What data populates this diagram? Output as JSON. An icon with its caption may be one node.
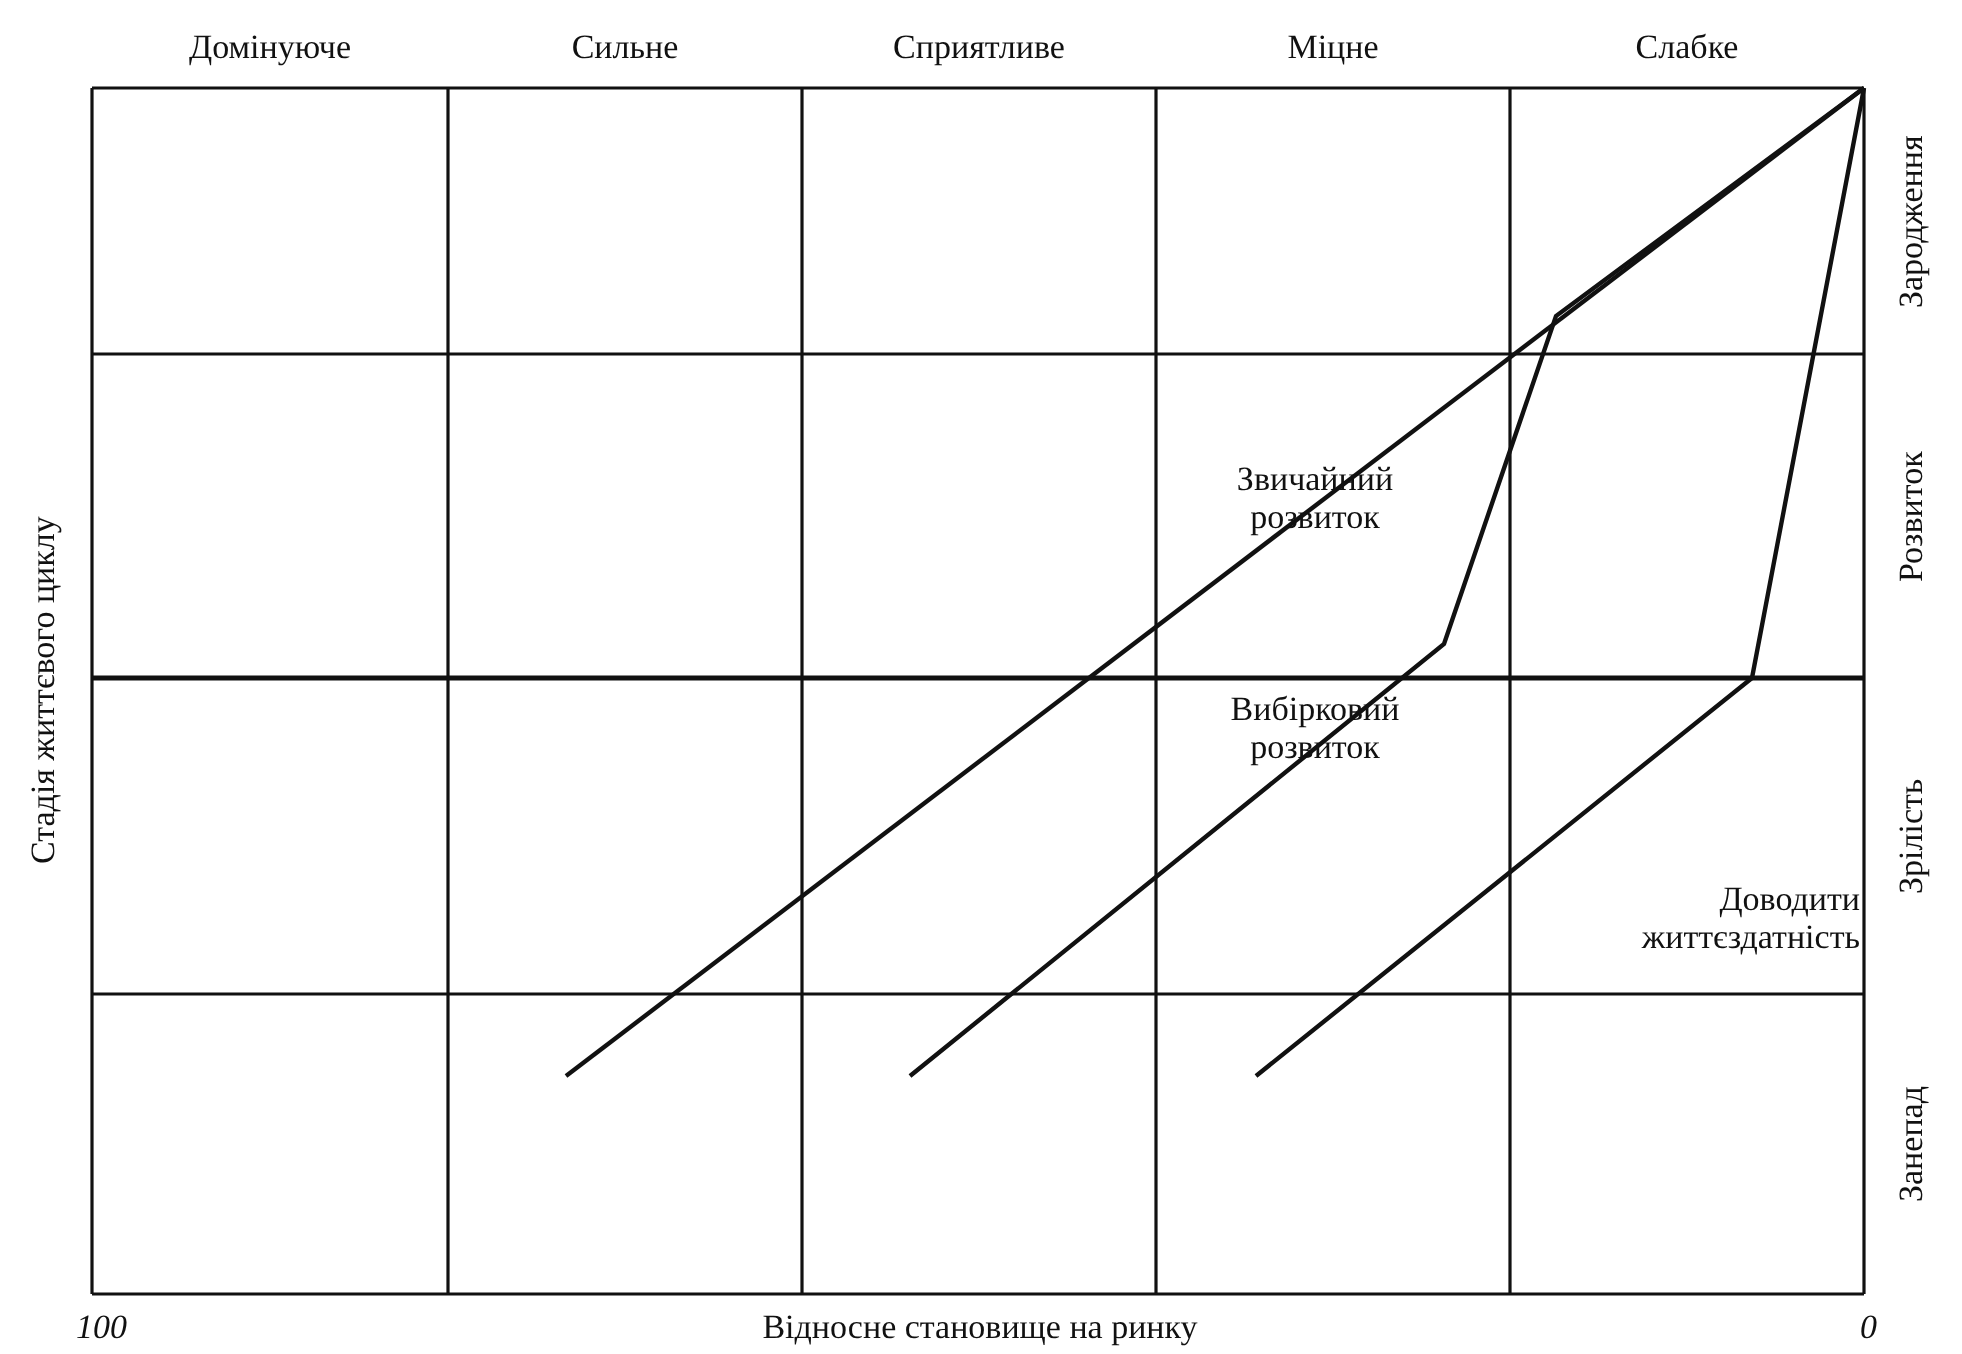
{
  "diagram": {
    "labels": [
      "Домінуюче",
      "Сильне",
      "Сприятливе",
      "Міцне",
      "Слабке",
      "Зародження",
      "Розвиток",
      "Зрілість",
      "Занепад",
      "Стадія життєвого циклу",
      "Звичайний розвиток",
      "Вибірковий розвиток",
      "Доводити життєздатність",
      "100",
      "Відносне становище на ринку",
      "0"
    ]
  }
}
